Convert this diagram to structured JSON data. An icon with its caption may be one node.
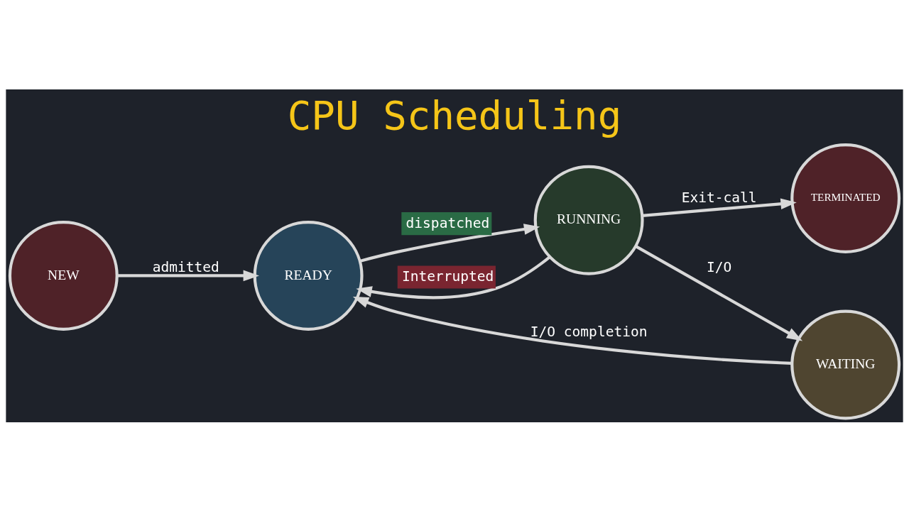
{
  "diagram": {
    "title": "CPU Scheduling",
    "nodes": [
      {
        "text": [
          "NEW"
        ]
      },
      {
        "text": [
          "READY"
        ]
      },
      {
        "text": [
          "RUNNING"
        ]
      },
      {
        "text": [
          "TERMINATED"
        ]
      },
      {
        "text": [
          "WAITING"
        ]
      }
    ],
    "edges": [
      {
        "from": 0,
        "to": 1,
        "arrow": "to",
        "label": "admitted"
      },
      {
        "from": 1,
        "to": 2,
        "arrow": "to",
        "label": "dispatched"
      },
      {
        "from": 2,
        "to": 3,
        "arrow": "to",
        "label": "Exit-call"
      },
      {
        "from": 2,
        "to": 1,
        "arrow": "to",
        "label": "Interrupted"
      },
      {
        "from": 2,
        "to": 4,
        "arrow": "to",
        "label": "I/O"
      },
      {
        "from": 4,
        "to": 1,
        "arrow": "to",
        "label": "I/O completion"
      }
    ]
  }
}
